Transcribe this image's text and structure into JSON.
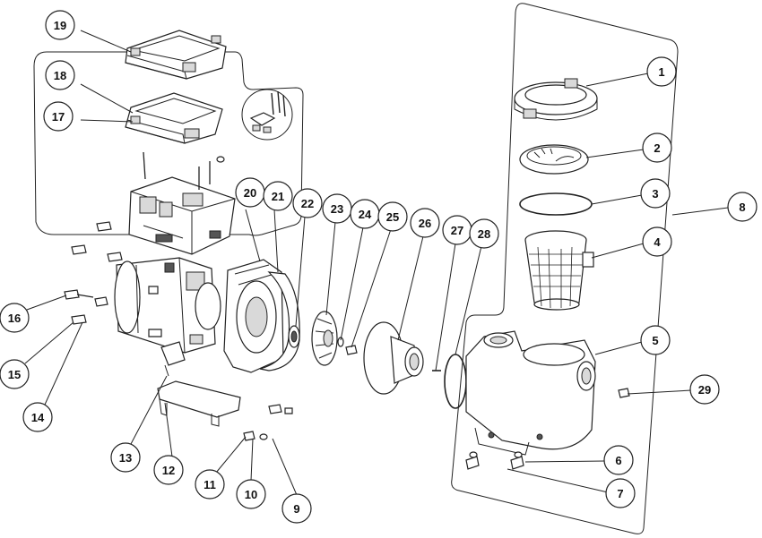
{
  "diagram": {
    "type": "exploded-parts-diagram",
    "line_color": "#222222",
    "background": "#ffffff",
    "callouts": [
      "1",
      "2",
      "3",
      "4",
      "5",
      "6",
      "7",
      "8",
      "9",
      "10",
      "11",
      "12",
      "13",
      "14",
      "15",
      "16",
      "17",
      "18",
      "19",
      "20",
      "21",
      "22",
      "23",
      "24",
      "25",
      "26",
      "27",
      "28",
      "29"
    ]
  }
}
